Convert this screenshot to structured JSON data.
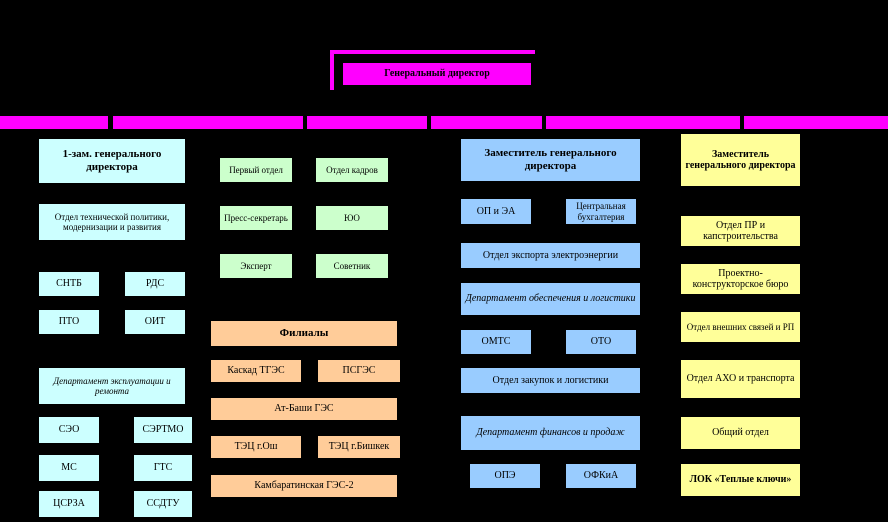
{
  "ceo": "Генеральный директор",
  "col1": {
    "head": "1-зам. генерального директора",
    "dept_tech": "Отдел технической политики, модернизации и развития",
    "sntb": "СНТБ",
    "rds": "РДС",
    "pto": "ПТО",
    "oit": "ОИТ",
    "dept_expl": "Департамент эксплуатации и ремонта",
    "seo": "СЭО",
    "sertmo": "СЭРТМО",
    "ms": "МС",
    "gts": "ГТС",
    "tsrza": "ЦСРЗА",
    "ssdtu": "ССДТУ"
  },
  "col2": {
    "first_dept": "Первый отдел",
    "hr": "Отдел кадров",
    "press": "Пресс-секретарь",
    "yuo": "ЮО",
    "expert": "Эксперт",
    "advisor": "Советник"
  },
  "branches": {
    "title": "Филиалы",
    "cascade": "Каскад ТГЭС",
    "psges": "ПСГЭС",
    "atbashi": "Ат-Баши ГЭС",
    "tec_osh": "ТЭЦ г.Ош",
    "tec_bishkek": "ТЭЦ г.Бишкек",
    "kambarata": "Камбаратинская ГЭС-2"
  },
  "col3": {
    "head": "Заместитель генерального директора",
    "op_ea": "ОП и ЭА",
    "central_acc": "Центральная бухгалтерия",
    "export": "Отдел экспорта электроэнергии",
    "dept_logistics": "Департамент обеспечения и логистики",
    "omts": "ОМТС",
    "oto": "ОТО",
    "procurement": "Отдел закупок и логистики",
    "dept_finance": "Департамент финансов и продаж",
    "ope": "ОПЭ",
    "ofkia": "ОФКиА"
  },
  "col4": {
    "head": "Заместитель генерального директора",
    "pr": "Отдел ПР и капстроительства",
    "design": "Проектно-конструкторское бюро",
    "external": "Отдел внешних связей и РП",
    "aho": "Отдел АХО и транспорта",
    "general": "Общий отдел",
    "lok": "ЛОК «Теплые ключи»"
  },
  "colors": {
    "line": "#ff00ff",
    "background": "#000000"
  }
}
